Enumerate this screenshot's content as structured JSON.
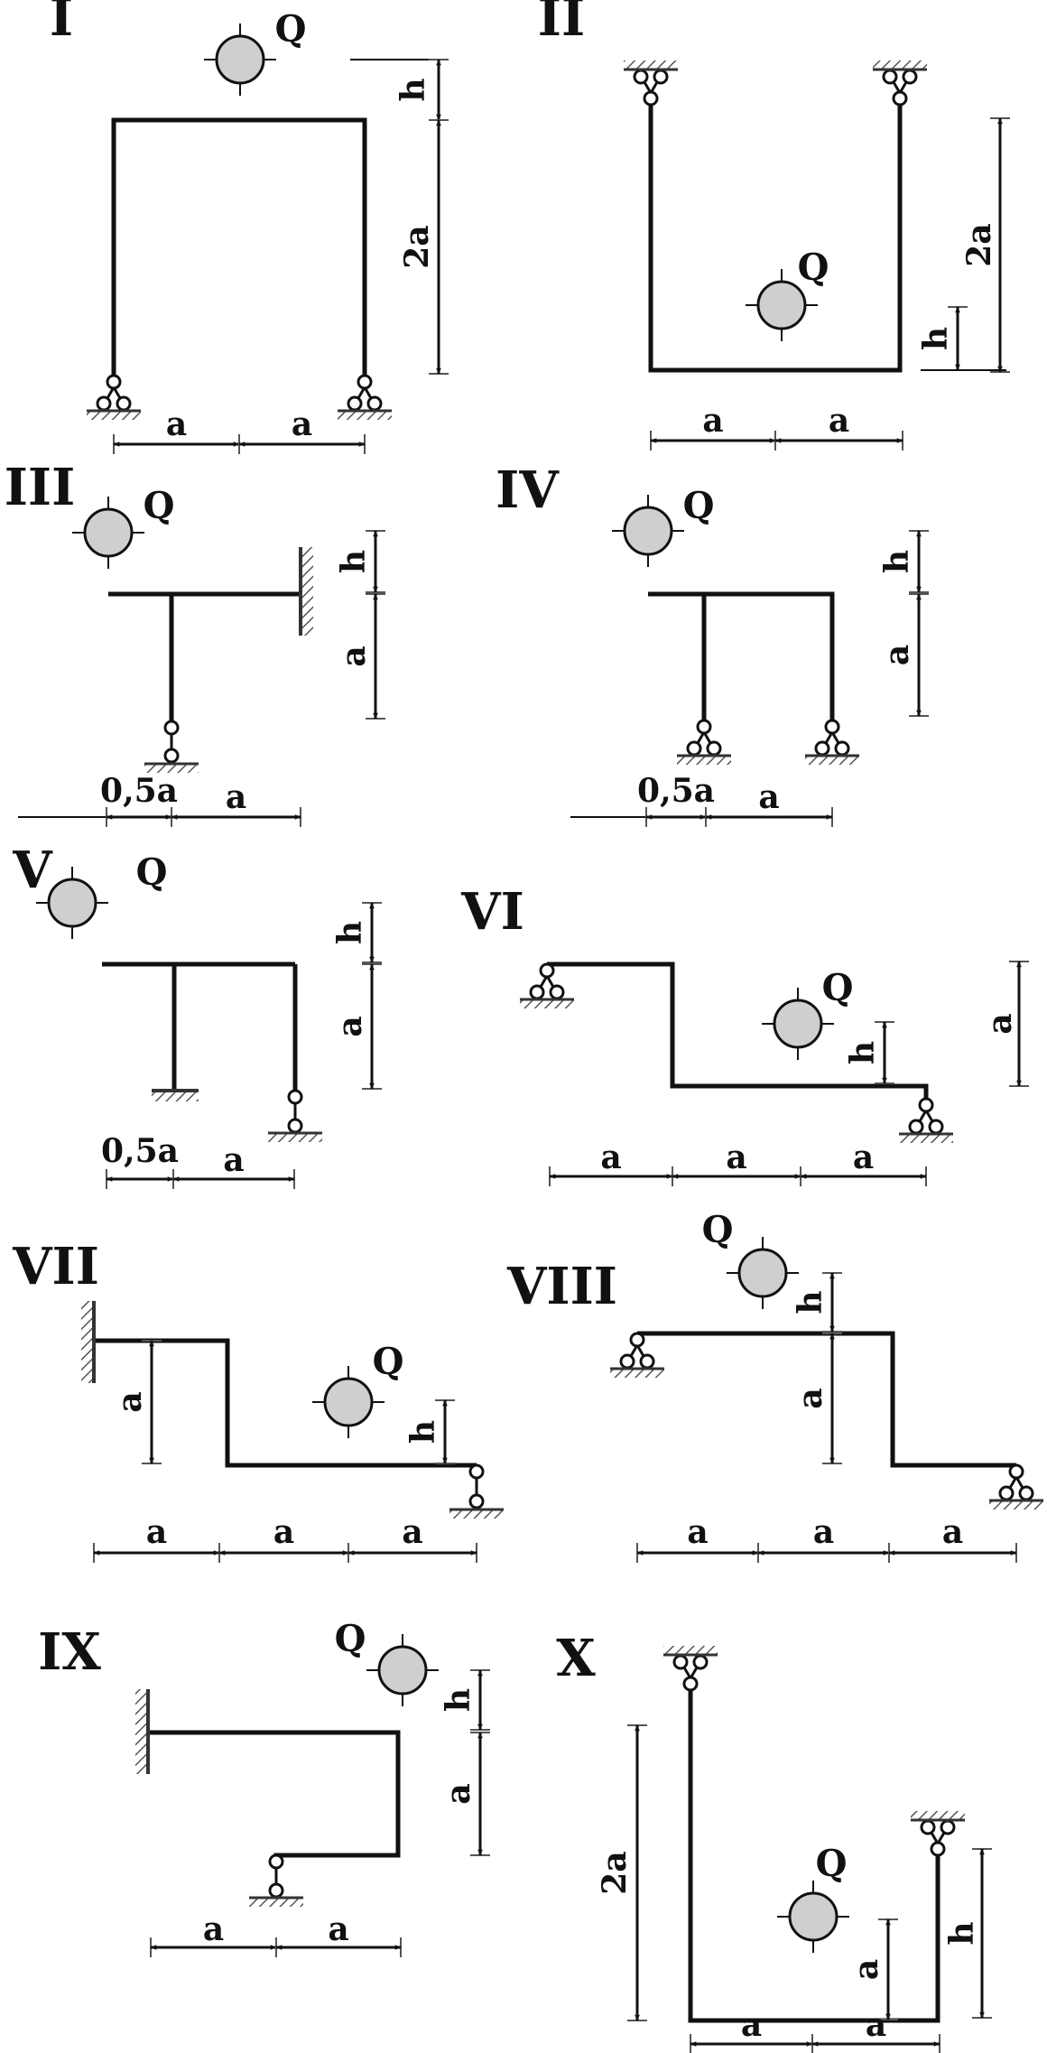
{
  "diagram": {
    "panels": [
      {
        "numeral": "I",
        "load": "Q",
        "dims": [
          "h",
          "2a",
          "a",
          "a"
        ]
      },
      {
        "numeral": "II",
        "load": "Q",
        "dims": [
          "2a",
          "h",
          "a",
          "a"
        ]
      },
      {
        "numeral": "III",
        "load": "Q",
        "dims": [
          "h",
          "a",
          "0,5a",
          "a"
        ]
      },
      {
        "numeral": "IV",
        "load": "Q",
        "dims": [
          "h",
          "a",
          "0,5a",
          "a"
        ]
      },
      {
        "numeral": "V",
        "load": "Q",
        "dims": [
          "h",
          "a",
          "0,5a",
          "a"
        ]
      },
      {
        "numeral": "VI",
        "load": "Q",
        "dims": [
          "a",
          "h",
          "a",
          "a",
          "a"
        ]
      },
      {
        "numeral": "VII",
        "load": "Q",
        "dims": [
          "a",
          "h",
          "a",
          "a",
          "a"
        ]
      },
      {
        "numeral": "VIII",
        "load": "Q",
        "dims": [
          "h",
          "a",
          "a",
          "a",
          "a"
        ]
      },
      {
        "numeral": "IX",
        "load": "Q",
        "dims": [
          "h",
          "a",
          "a",
          "a"
        ]
      },
      {
        "numeral": "X",
        "load": "Q",
        "dims": [
          "2a",
          "h",
          "a",
          "a",
          "a"
        ]
      }
    ]
  }
}
